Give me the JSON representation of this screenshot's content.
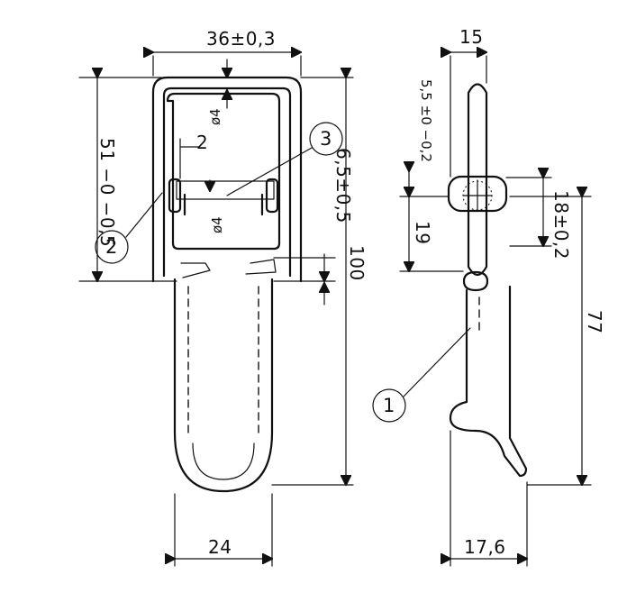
{
  "drawing": {
    "front_view": {
      "top_width": "36±0,3",
      "gap": "2",
      "hole_top": "ø4",
      "hole_bottom": "ø4",
      "height_tolerance": "51 −0 −0,5",
      "offset": "6,5±0,5",
      "total_length": "100",
      "lower_width": "24",
      "callout_2": "2",
      "callout_3": "3"
    },
    "side_view": {
      "top_width": "15",
      "side_top": "5,5 ±0 −0,2",
      "side_middle": "19",
      "side_right": "18±0,2",
      "right_length": "77",
      "bottom_width": "17,6",
      "callout_1": "1"
    }
  }
}
